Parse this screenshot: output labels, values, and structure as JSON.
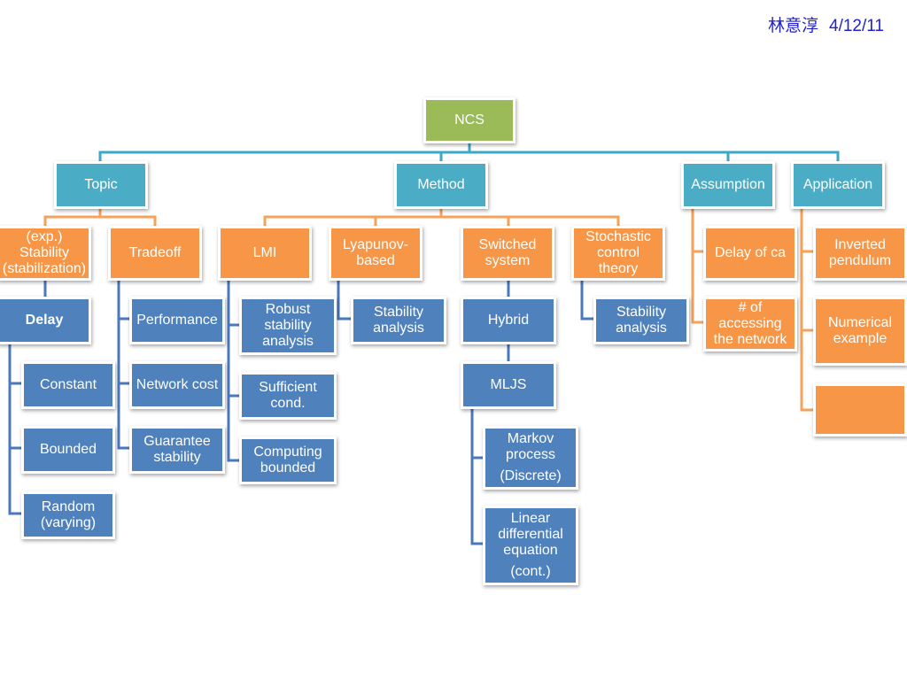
{
  "header": {
    "author": "林意淳",
    "date": "4/12/11"
  },
  "colors": {
    "root": "#9bbb59",
    "category": "#4bacc6",
    "item": "#f79646",
    "detail": "#4f81bd",
    "header_text": "#2222cc"
  },
  "root": {
    "label": "NCS"
  },
  "categories": {
    "topic": "Topic",
    "method": "Method",
    "assumption": "Assumption",
    "application": "Application"
  },
  "topic": {
    "stability": "(exp.)\nStability\n(stabilization)",
    "tradeoff": "Tradeoff",
    "delay": "Delay",
    "delay_types": [
      "Constant",
      "Bounded",
      "Random\n(varying)"
    ],
    "tradeoff_items": [
      "Performance",
      "Network cost",
      "Guarantee\nstability"
    ]
  },
  "method": {
    "lmi": "LMI",
    "lmi_items": [
      "Robust\nstability\nanalysis",
      "Sufficient\ncond.",
      "Computing\nbounded"
    ],
    "lyapunov": "Lyapunov-\nbased",
    "lyapunov_items": [
      "Stability\nanalysis"
    ],
    "switched": "Switched\nsystem",
    "hybrid": "Hybrid",
    "mljs": "MLJS",
    "markov": {
      "main": "Markov\nprocess",
      "sub": "(Discrete)"
    },
    "linear": {
      "main": "Linear\ndifferential\nequation",
      "sub": "(cont.)"
    },
    "stochastic": "Stochastic\ncontrol\ntheory",
    "stochastic_items": [
      "Stability\nanalysis"
    ]
  },
  "assumption": {
    "items": [
      "Delay of ca",
      "# of\naccessing\nthe network"
    ]
  },
  "application": {
    "items": [
      "Inverted\npendulum",
      "Numerical\nexample",
      ""
    ]
  }
}
